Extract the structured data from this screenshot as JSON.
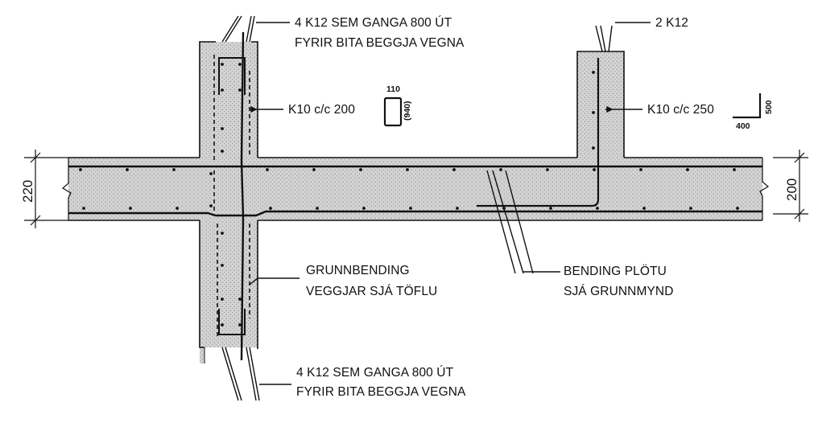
{
  "labels": {
    "top_wall_bars": [
      "4 K12 SEM GANGA 800 ÚT",
      "FYRIR BITA BEGGJA VEGNA"
    ],
    "right_wall_bars": "2 K12",
    "left_stirrups": "K10 c/c 200",
    "right_stirrups": "K10 c/c 250",
    "wall_base": [
      "GRUNNBENDING",
      "VEGGJAR SJÁ TÖFLU"
    ],
    "slab_bending": [
      "BENDING PLÖTU",
      "SJÁ GRUNNMYND"
    ],
    "bottom_wall_bars": [
      "4 K12 SEM GANGA 800 ÚT",
      "FYRIR BITA BEGGJA VEGNA"
    ]
  },
  "stirrup_detail": {
    "width": "110",
    "height": "(940)"
  },
  "hook_detail": {
    "vertical": "500",
    "horizontal": "400"
  },
  "dimensions": {
    "left": "220",
    "right": "200"
  },
  "colors": {
    "ink": "#111111",
    "concrete": "#cfcfcf"
  }
}
